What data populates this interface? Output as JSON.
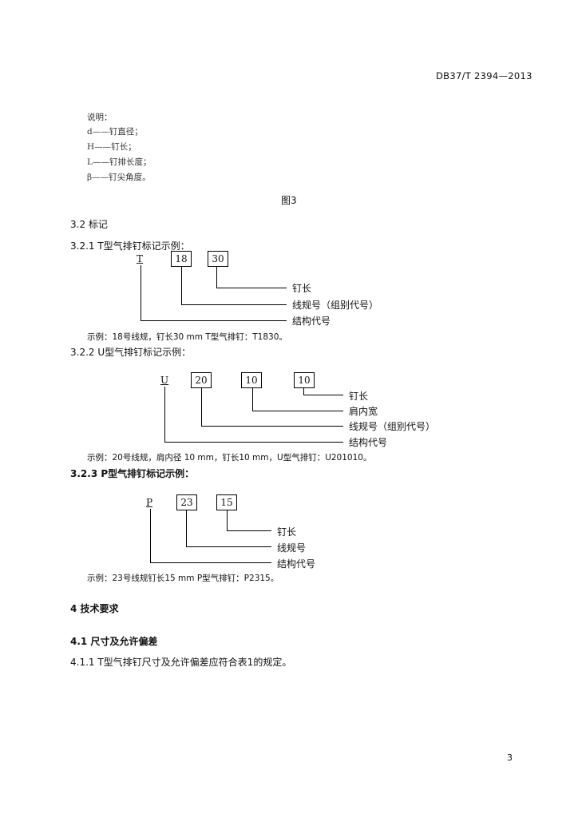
{
  "header": {
    "doc_code": "DB37/T 2394—2013"
  },
  "legend": {
    "title": "说明：",
    "items": [
      "d——钉直径；",
      "H——钉长；",
      "L——钉排长度；",
      "β——钉尖角度。"
    ]
  },
  "figure_caption": "图3",
  "sections": {
    "s32": "3.2  标记",
    "s321": "3.2.1  T型气排钉标记示例：",
    "s322": "3.2.2  U型气排钉标记示例：",
    "s323": "3.2.3  P型气排钉标记示例：",
    "s4": "4  技术要求",
    "s41": "4.1  尺寸及允许偏差",
    "s411": "4.1.1  T型气排钉尺寸及允许偏差应符合表1的规定。"
  },
  "diagram_t": {
    "letter": "T",
    "boxes": [
      "18",
      "30"
    ],
    "labels": [
      "钉长",
      "线规号（组别代号）",
      "结构代号"
    ],
    "example": "示例：18号线规，钉长30 mm T型气排钉：T1830。"
  },
  "diagram_u": {
    "letter": "U",
    "boxes": [
      "20",
      "10",
      "10"
    ],
    "labels": [
      "钉长",
      "肩内宽",
      "线规号（组别代号）",
      "结构代号"
    ],
    "example": "示例：20号线规，肩内径 10 mm，钉长10 mm，U型气排钉：U201010。"
  },
  "diagram_p": {
    "letter": "P",
    "boxes": [
      "23",
      "15"
    ],
    "labels": [
      "钉长",
      "线规号",
      "结构代号"
    ],
    "example": "示例：23号线规钉长15 mm P型气排钉：P2315。"
  },
  "page_number": "3"
}
